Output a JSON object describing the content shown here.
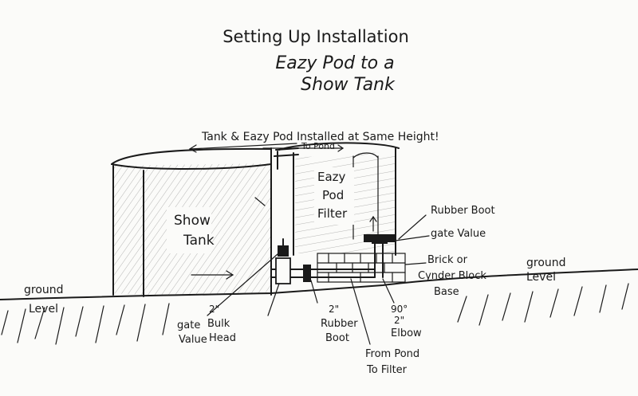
{
  "title": {
    "line1": "Setting Up Installation",
    "line2": "Eazy Pod to a",
    "line3": "Show Tank"
  },
  "notes": {
    "same_height": "Tank & Eazy Pod Installed at Same Height!",
    "to_pond": "To Pond"
  },
  "labels": {
    "show_tank_1": "Show",
    "show_tank_2": "Tank",
    "eazy_pod_1": "Eazy",
    "eazy_pod_2": "Pod",
    "eazy_pod_3": "Filter",
    "rubber_boot_top": "Rubber Boot",
    "gate_valve_right": "gate Value",
    "brick_1": "Brick or",
    "brick_2": "Cynder Block",
    "brick_3": "Base",
    "ground_right_1": "ground",
    "ground_right_2": "Level",
    "ground_left_1": "ground",
    "ground_left_2": "Level",
    "gate_valve_left_1": "gate",
    "gate_valve_left_2": "Value",
    "bulkhead_1": "2\"",
    "bulkhead_2": "Bulk",
    "bulkhead_3": "Head",
    "rubber_boot_bottom_1": "2\"",
    "rubber_boot_bottom_2": "Rubber",
    "rubber_boot_bottom_3": "Boot",
    "elbow_1": "90°",
    "elbow_2": "2\"",
    "elbow_3": "Elbow",
    "from_pond_1": "From Pond",
    "from_pond_2": "To Filter"
  }
}
